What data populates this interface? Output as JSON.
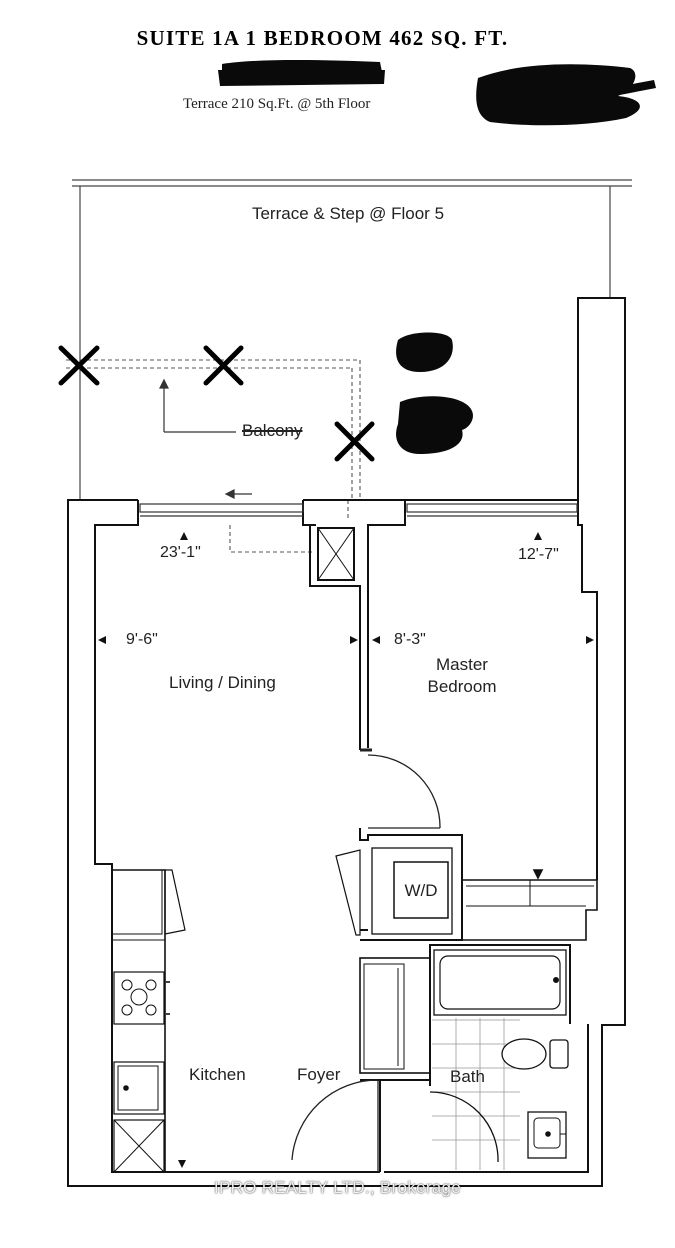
{
  "header": {
    "title": "SUITE 1A  1 BEDROOM 462 SQ. FT.",
    "subtitle": "Terrace 210 Sq.Ft. @ 5th Floor"
  },
  "rooms": {
    "terrace": "Terrace & Step @ Floor 5",
    "balcony": "Balcony",
    "living": "Living / Dining",
    "master_line1": "Master",
    "master_line2": "Bedroom",
    "laundry": "W/D",
    "kitchen": "Kitchen",
    "foyer": "Foyer",
    "bath": "Bath"
  },
  "dimensions": {
    "living_width": "23'-1\"",
    "living_depth": "9'-6\"",
    "bedroom_depth": "8'-3\"",
    "bedroom_width": "12'-7\""
  },
  "watermark": "IPRO REALTY LTD., Brokerage",
  "colors": {
    "wall": "#111111",
    "redaction": "#0a0a0a",
    "background": "#ffffff"
  }
}
